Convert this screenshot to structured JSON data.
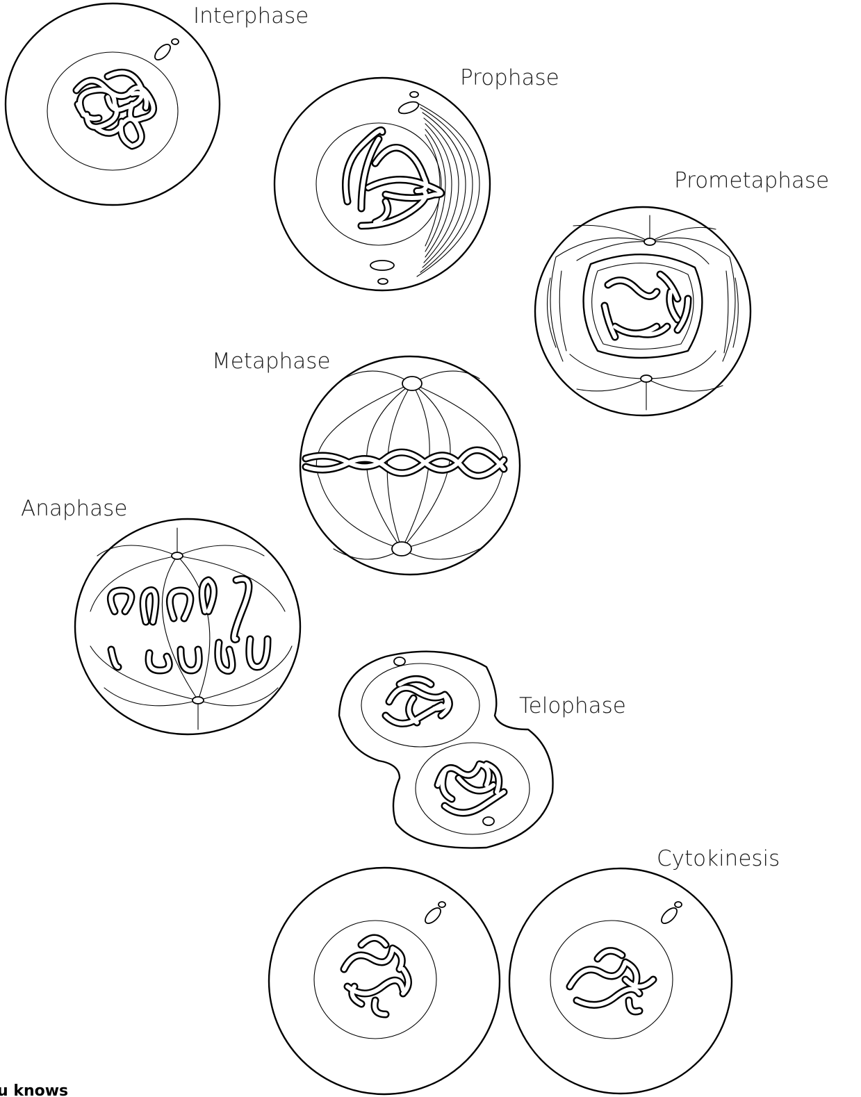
{
  "stages": {
    "interphase": "Interphase",
    "prophase": "Prophase",
    "prometaphase": "Prometaphase",
    "metaphase": "Metaphase",
    "anaphase": "Anaphase",
    "telophase": "Telophase",
    "cytokinesis": "Cytokinesis"
  },
  "footer": {
    "partial_text": "u knows"
  }
}
